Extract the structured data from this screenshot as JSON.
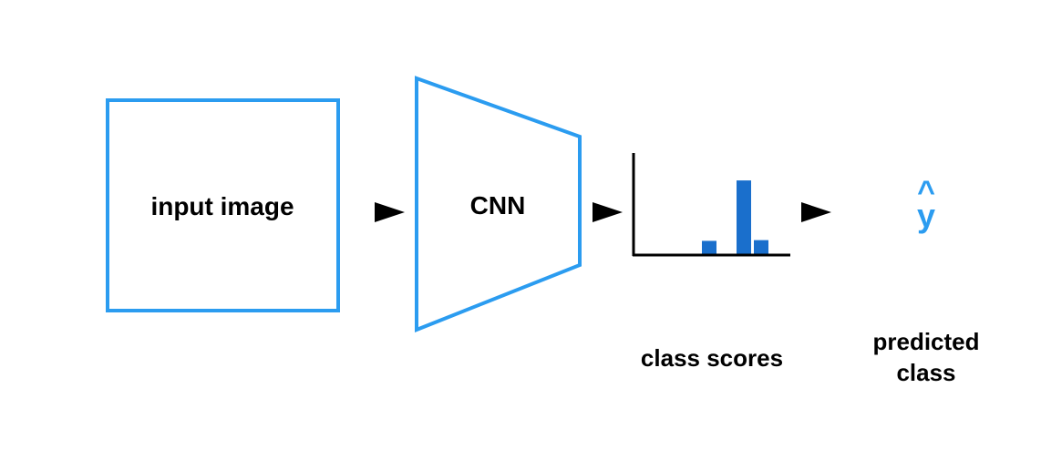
{
  "colors": {
    "outline": "#2B9CF0",
    "bar": "#1A6FCC",
    "text": "#000000",
    "background": "#ffffff"
  },
  "nodes": {
    "input_label": "input image",
    "cnn_label": "CNN",
    "scores_label": "class scores",
    "predicted_label_line1": "predicted",
    "predicted_label_line2": "class",
    "yhat_hat": "^",
    "yhat_symbol": "y"
  },
  "chart_data": {
    "type": "bar",
    "title": "",
    "xlabel": "",
    "ylabel": "",
    "values": [
      0,
      0.18,
      0,
      1.0,
      0.19
    ],
    "ylim": [
      0,
      1.1
    ],
    "grid": false
  }
}
